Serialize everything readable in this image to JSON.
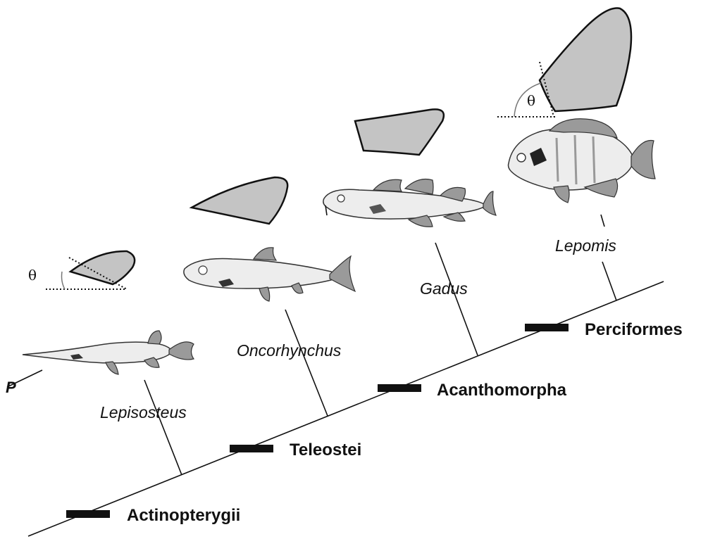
{
  "clades": {
    "actinopterygii": "Actinopterygii",
    "teleostei": "Teleostei",
    "acanthomorpha": "Acanthomorpha",
    "perciformes": "Perciformes"
  },
  "taxa": {
    "lepisosteus": "Lepisosteus",
    "oncorhynchus": "Oncorhynchus",
    "gadus": "Gadus",
    "lepomis": "Lepomis"
  },
  "angle_label_1": "θ",
  "angle_label_2": "θ",
  "point_label": "P",
  "colors": {
    "fin_fill": "#c4c4c4",
    "line": "#111111"
  }
}
